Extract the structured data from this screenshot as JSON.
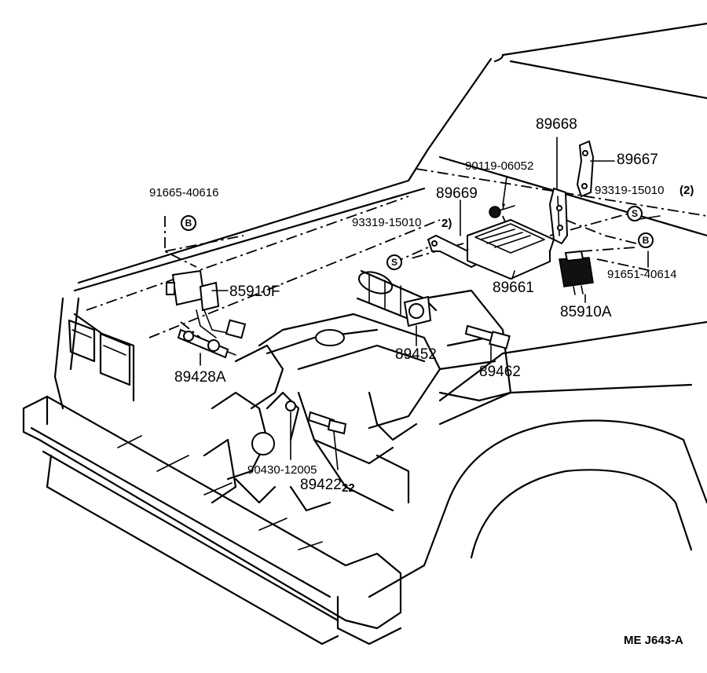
{
  "parts": {
    "p91665": "91665-40616",
    "p85910F": "85910F",
    "p89428A": "89428A",
    "p89669": "89669",
    "p93319_left": "93319-15010",
    "qty_left": "2)",
    "p90119": "90119-06052",
    "p89668": "89668",
    "p89667": "89667",
    "p93319_right": "93319-15010",
    "qty_right": "(2)",
    "p89661": "89661",
    "p91651": "91651-40614",
    "p85910A": "85910A",
    "p89452": "89452",
    "p89462": "89462",
    "p90430": "90430-12005",
    "p89422": "89422",
    "qty_89422": "22"
  },
  "symbols": {
    "bolt_b": "B",
    "screw_s": "S"
  },
  "diagram_code": "ME  J643-A"
}
